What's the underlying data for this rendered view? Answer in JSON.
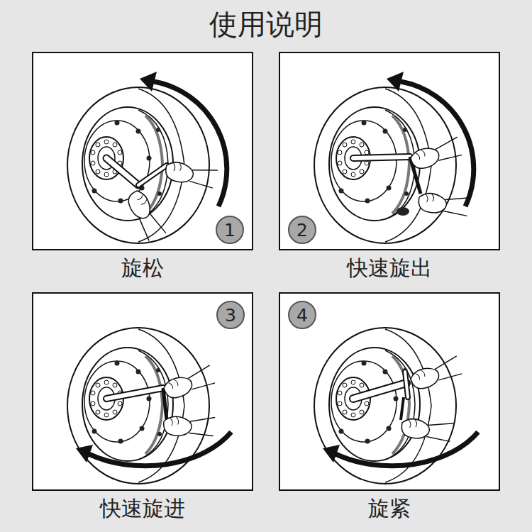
{
  "diagram": {
    "title": "使用说明",
    "nodes": [
      {
        "text": [
          "旋松"
        ]
      },
      {
        "text": [
          "1"
        ],
        "in": 0
      },
      {
        "text": [
          "快速旋出"
        ]
      },
      {
        "text": [
          "2"
        ],
        "in": 2
      },
      {
        "text": [
          "快速旋进"
        ]
      },
      {
        "text": [
          "3"
        ],
        "in": 4
      },
      {
        "text": [
          "旋紧"
        ]
      },
      {
        "text": [
          "4"
        ],
        "in": 6
      }
    ]
  }
}
